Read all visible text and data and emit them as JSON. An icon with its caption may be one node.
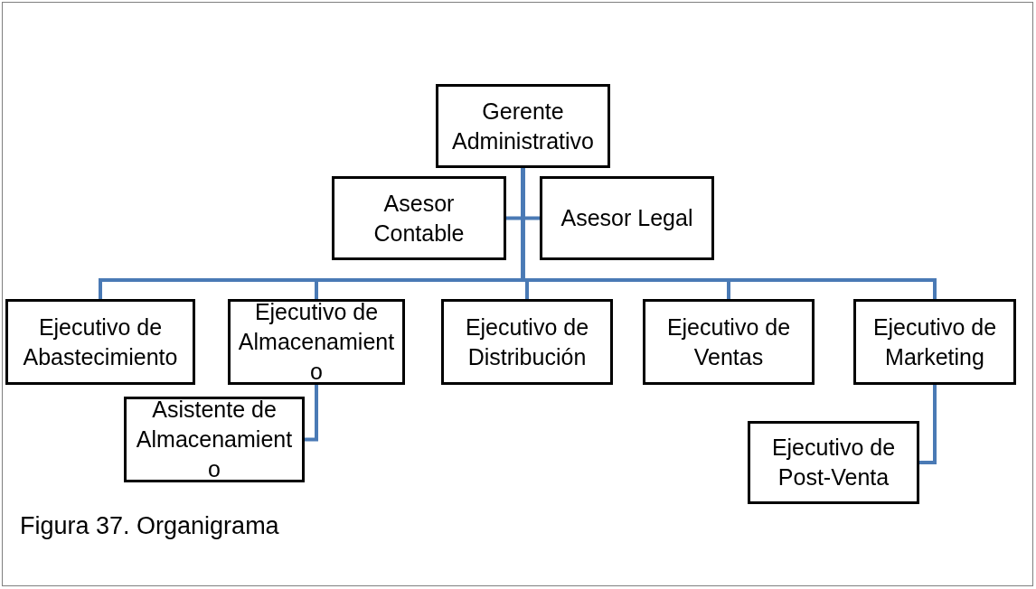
{
  "diagram": {
    "caption": "Figura 37. Organigrama",
    "nodes": [
      {
        "text": [
          "Gerente Administrativo"
        ]
      },
      {
        "text": [
          "Asesor Contable"
        ]
      },
      {
        "text": [
          "Asesor Legal"
        ]
      },
      {
        "text": [
          "Ejecutivo de Abastecimiento"
        ]
      },
      {
        "text": [
          "Ejecutivo de Almacenamiento"
        ]
      },
      {
        "text": [
          "Ejecutivo de Distribución"
        ]
      },
      {
        "text": [
          "Ejecutivo de Ventas"
        ]
      },
      {
        "text": [
          "Ejecutivo de Marketing"
        ]
      },
      {
        "text": [
          "Asistente de Almacenamiento"
        ]
      },
      {
        "text": [
          "Ejecutivo de Post-Venta"
        ]
      }
    ],
    "edges": [
      {
        "from": 0,
        "to": 1,
        "arrow": "none"
      },
      {
        "from": 0,
        "to": 2,
        "arrow": "none"
      },
      {
        "from": 0,
        "to": 3,
        "arrow": "none"
      },
      {
        "from": 0,
        "to": 4,
        "arrow": "none"
      },
      {
        "from": 0,
        "to": 5,
        "arrow": "none"
      },
      {
        "from": 0,
        "to": 6,
        "arrow": "none"
      },
      {
        "from": 0,
        "to": 7,
        "arrow": "none"
      },
      {
        "from": 4,
        "to": 8,
        "arrow": "none"
      },
      {
        "from": 7,
        "to": 9,
        "arrow": "none"
      }
    ]
  }
}
